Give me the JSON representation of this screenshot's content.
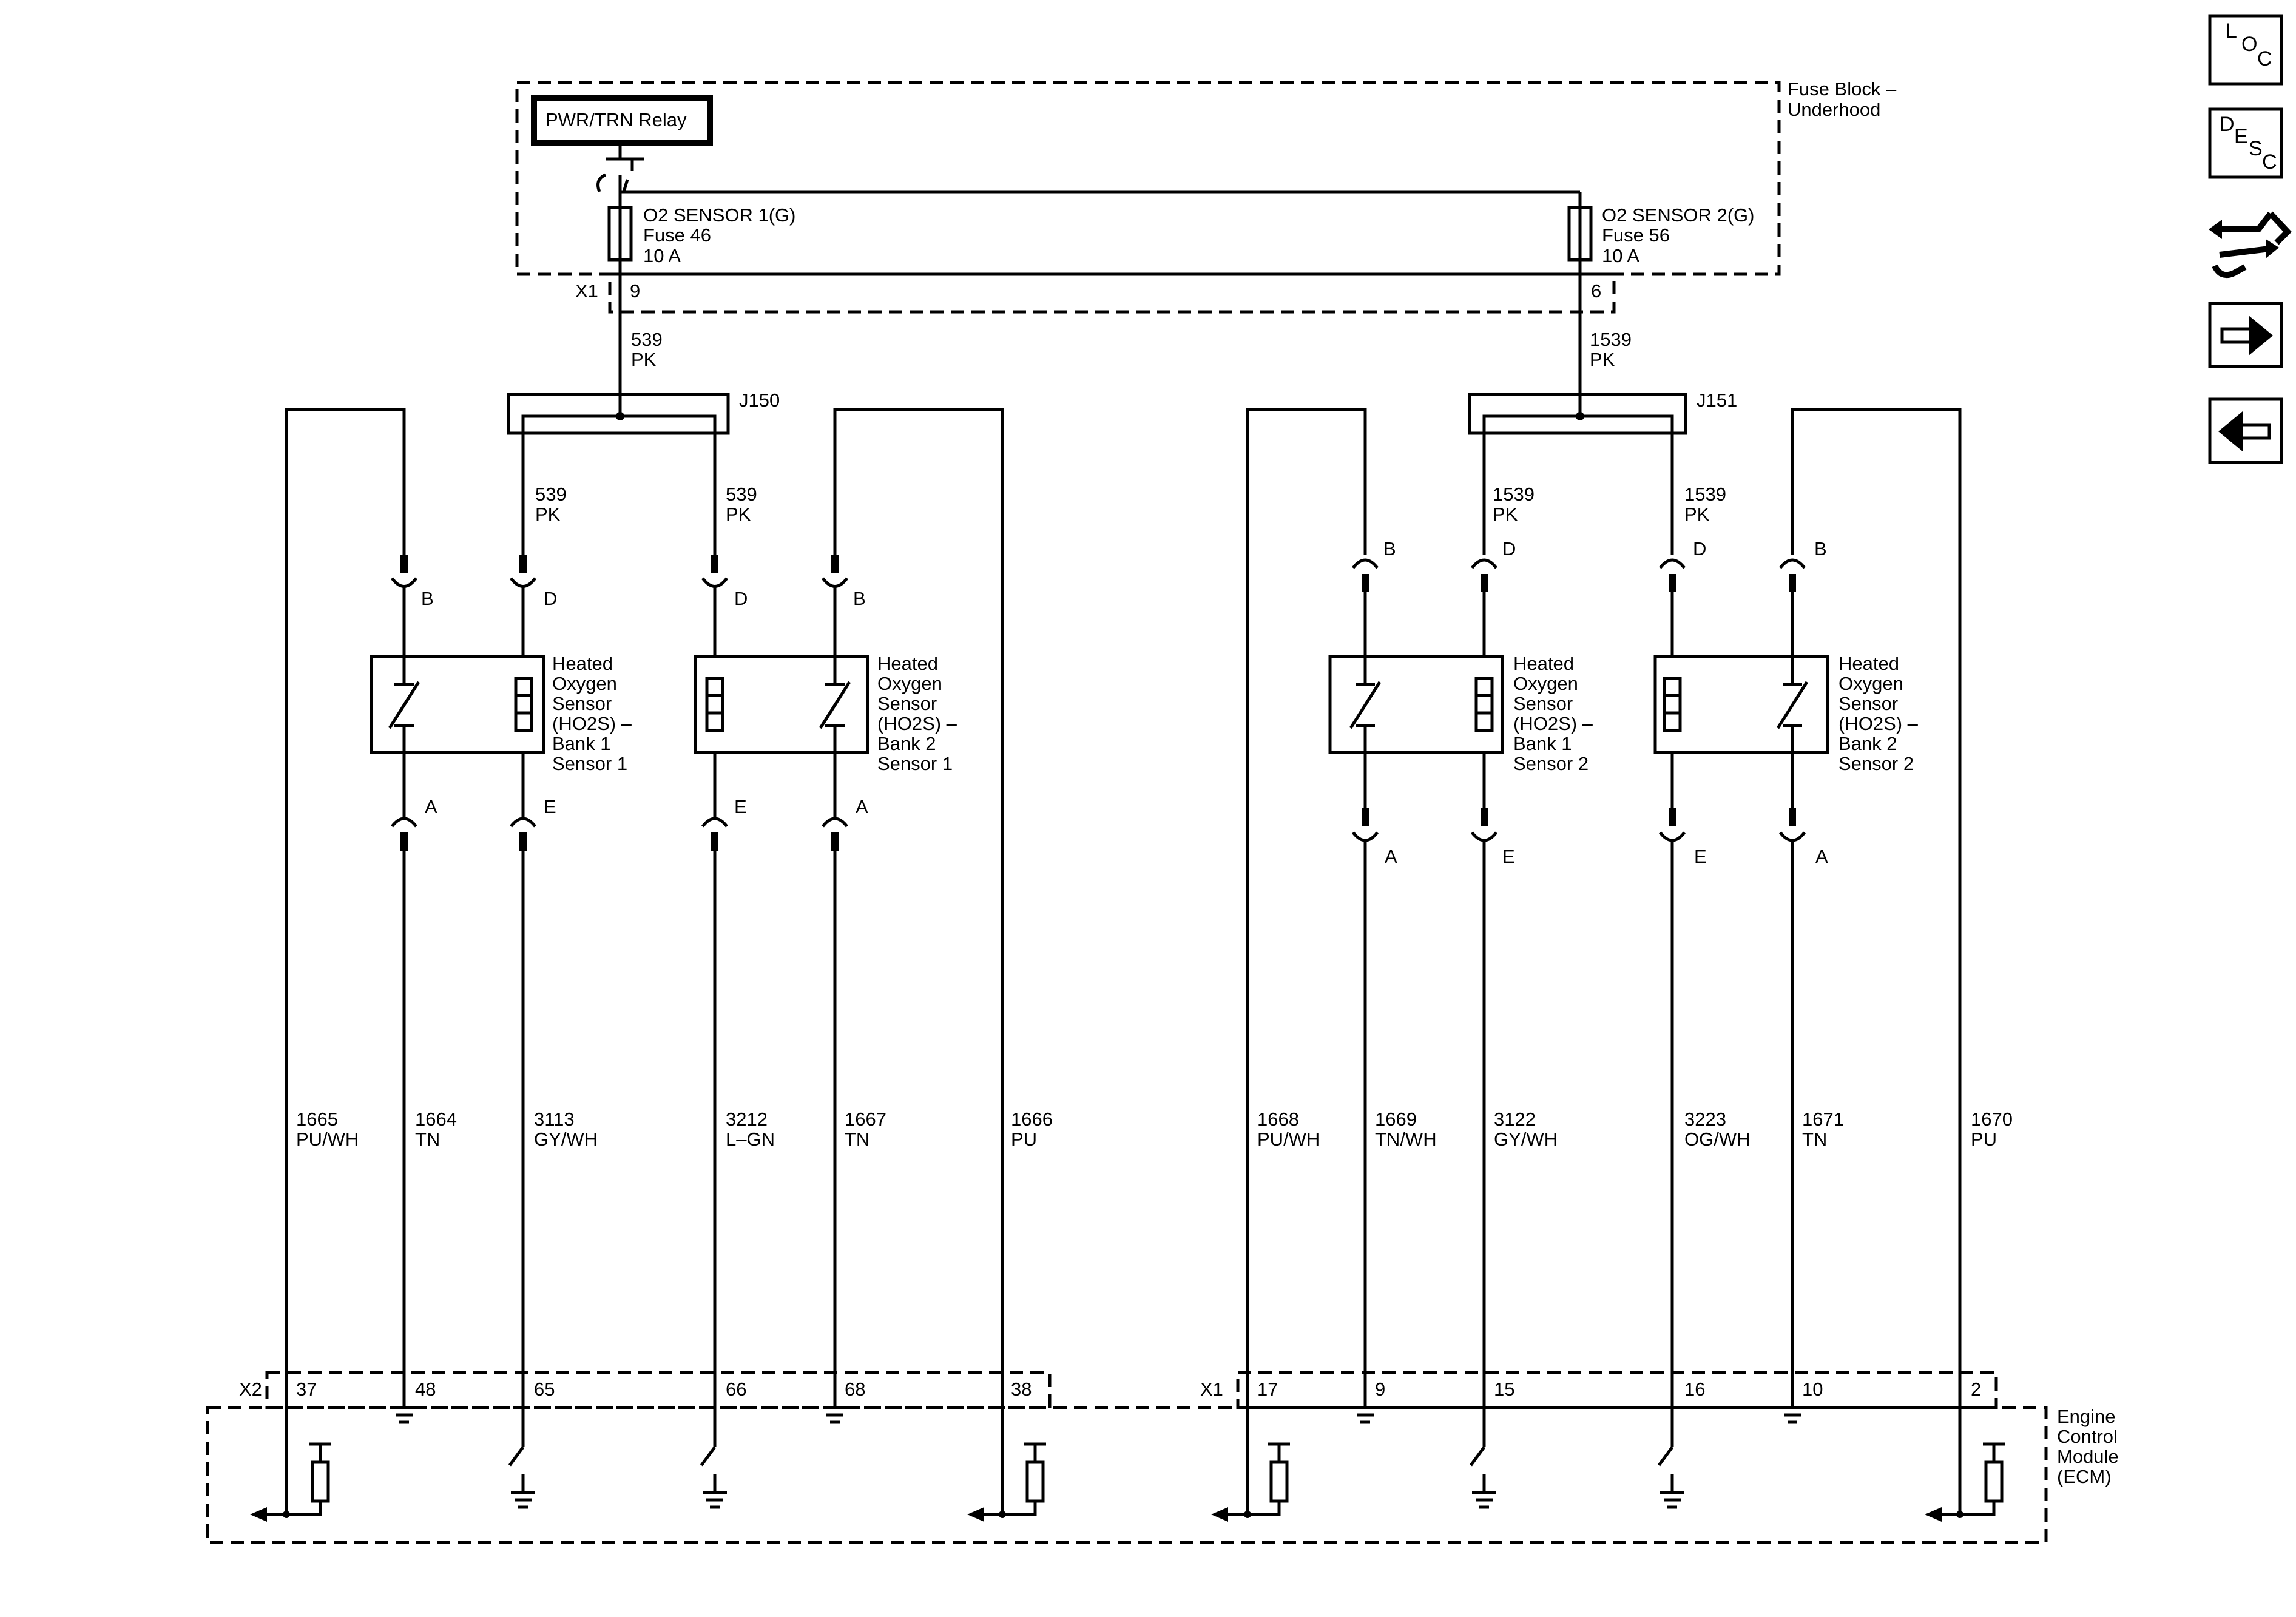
{
  "fuse_block": {
    "title_line1": "Fuse Block –",
    "title_line2": "Underhood",
    "relay": "PWR/TRN Relay",
    "connector": "X1"
  },
  "fuse1": {
    "name": "O2 SENSOR 1(G)",
    "fuse": "Fuse 46",
    "rating": "10 A",
    "pin": "9",
    "circuit": "539",
    "color": "PK",
    "splice": "J150"
  },
  "fuse2": {
    "name": "O2 SENSOR 2(G)",
    "fuse": "Fuse 56",
    "rating": "10 A",
    "pin": "6",
    "circuit": "1539",
    "color": "PK",
    "splice": "J151"
  },
  "splice_wires": [
    {
      "circuit": "539",
      "color": "PK"
    },
    {
      "circuit": "539",
      "color": "PK"
    },
    {
      "circuit": "1539",
      "color": "PK"
    },
    {
      "circuit": "1539",
      "color": "PK"
    }
  ],
  "sensors": [
    {
      "line1": "Heated",
      "line2": "Oxygen",
      "line3": "Sensor",
      "line4": "(HO2S)  –",
      "line5": "Bank 1",
      "line6": "Sensor 1",
      "pin_sig_top": "B",
      "pin_htr_top": "D",
      "pin_sig_bot": "A",
      "pin_htr_bot": "E"
    },
    {
      "line1": "Heated",
      "line2": "Oxygen",
      "line3": "Sensor",
      "line4": "(HO2S)  –",
      "line5": "Bank 2",
      "line6": "Sensor 1",
      "pin_sig_top": "B",
      "pin_htr_top": "D",
      "pin_sig_bot": "A",
      "pin_htr_bot": "E"
    },
    {
      "line1": "Heated",
      "line2": "Oxygen",
      "line3": "Sensor",
      "line4": "(HO2S)  –",
      "line5": "Bank 1",
      "line6": "Sensor 2",
      "pin_sig_top": "B",
      "pin_htr_top": "D",
      "pin_sig_bot": "A",
      "pin_htr_bot": "E"
    },
    {
      "line1": "Heated",
      "line2": "Oxygen",
      "line3": "Sensor",
      "line4": "(HO2S)  –",
      "line5": "Bank 2",
      "line6": "Sensor 2",
      "pin_sig_top": "B",
      "pin_htr_top": "D",
      "pin_sig_bot": "A",
      "pin_htr_bot": "E"
    }
  ],
  "wires": [
    {
      "circuit": "1665",
      "color": "PU/WH",
      "pin": "37"
    },
    {
      "circuit": "1664",
      "color": "TN",
      "pin": "48"
    },
    {
      "circuit": "3113",
      "color": "GY/WH",
      "pin": "65"
    },
    {
      "circuit": "3212",
      "color": "L–GN",
      "pin": "66"
    },
    {
      "circuit": "1667",
      "color": "TN",
      "pin": "68"
    },
    {
      "circuit": "1666",
      "color": "PU",
      "pin": "38"
    },
    {
      "circuit": "1668",
      "color": "PU/WH",
      "pin": "17"
    },
    {
      "circuit": "1669",
      "color": "TN/WH",
      "pin": "9"
    },
    {
      "circuit": "3122",
      "color": "GY/WH",
      "pin": "15"
    },
    {
      "circuit": "3223",
      "color": "OG/WH",
      "pin": "16"
    },
    {
      "circuit": "1671",
      "color": "TN",
      "pin": "10"
    },
    {
      "circuit": "1670",
      "color": "PU",
      "pin": "2"
    }
  ],
  "ecm": {
    "line1": "Engine",
    "line2": "Control",
    "line3": "Module",
    "line4": "(ECM)",
    "connector_left": "X2",
    "connector_right": "X1"
  },
  "nav": {
    "loc": {
      "l1": "L",
      "l2": "O",
      "l3": "C"
    },
    "desc": {
      "l1": "D",
      "l2": "E",
      "l3": "S",
      "l4": "C"
    },
    "icons": [
      "connector-repair-icon",
      "arrow-right-icon",
      "arrow-left-icon"
    ]
  }
}
